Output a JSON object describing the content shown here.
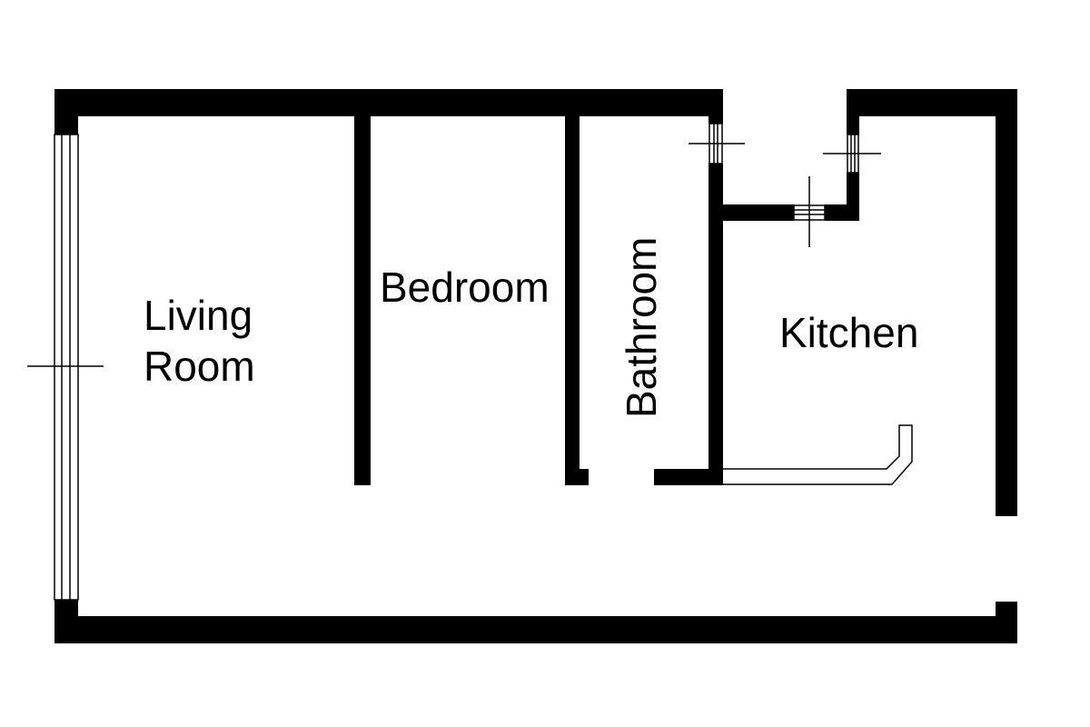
{
  "rooms": {
    "living_room": {
      "line1": "Living",
      "line2": "Room"
    },
    "bedroom": "Bedroom",
    "bathroom": "Bathroom",
    "kitchen": "Kitchen"
  },
  "colors": {
    "wall": "#000000",
    "background": "#ffffff"
  }
}
